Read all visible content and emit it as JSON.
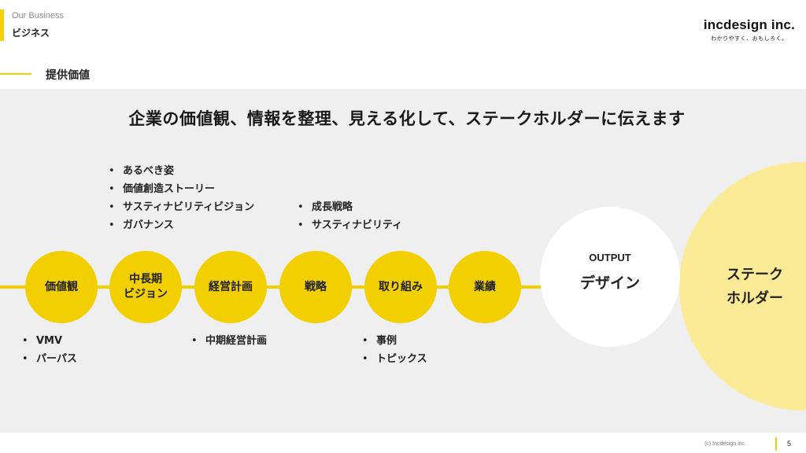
{
  "header": {
    "section_en": "Our Business",
    "section_jp": "ビジネス",
    "logo_main": "incdesign inc.",
    "logo_tagline": "わかりやすく、おもしろく。"
  },
  "section_title": "提供価値",
  "headline": "企業の価値観、情報を整理、見える化して、ステークホルダーに伝えます",
  "flow": {
    "steps": [
      "価値観",
      "中長期\nビジョン",
      "経営計画",
      "戦略",
      "取り組み",
      "業績"
    ],
    "output_label": "OUTPUT",
    "output_value": "デザイン",
    "target": "ステーク\nホルダー"
  },
  "notes": {
    "vision": [
      "あるべき姿",
      "価値創造ストーリー",
      "サスティナビリティビジョン",
      "ガバナンス"
    ],
    "strategy": [
      "成長戦略",
      "サスティナビリティ"
    ],
    "values": [
      "VMV",
      "パーパス"
    ],
    "plan": [
      "中期経営計画"
    ],
    "initiatives": [
      "事例",
      "トピックス"
    ]
  },
  "colors": {
    "accent": "#f2cf00",
    "accent_light": "#fbeb96",
    "panel": "#efefef"
  },
  "footer": {
    "copyright": "(c) Incdesign inc.",
    "page": "5"
  }
}
